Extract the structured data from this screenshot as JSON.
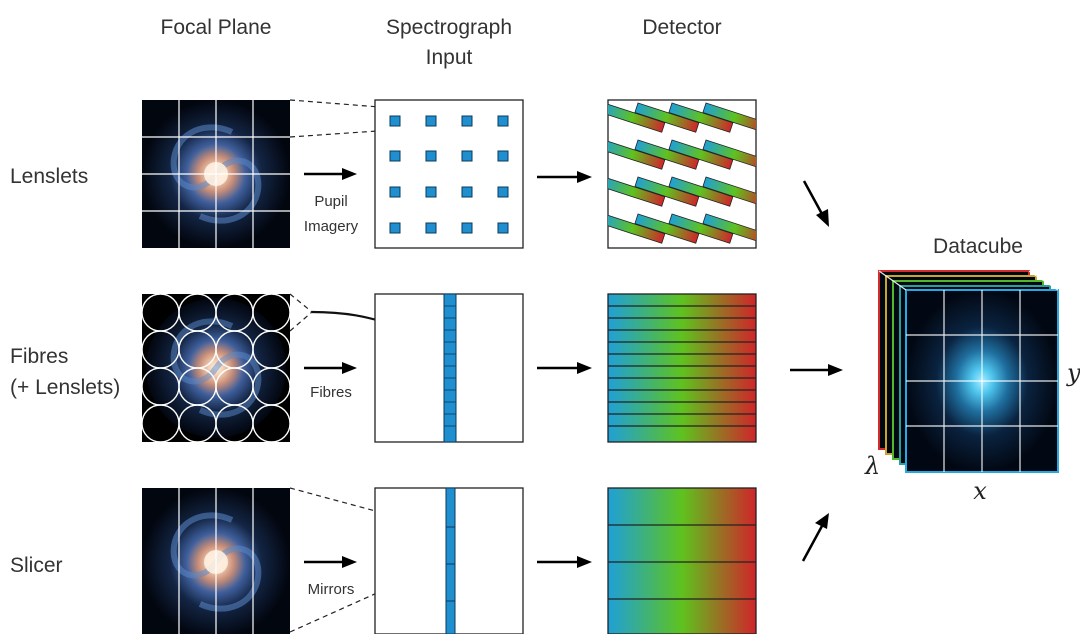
{
  "headers": {
    "focal_plane": "Focal Plane",
    "spectrograph_line1": "Spectrograph",
    "spectrograph_line2": "Input",
    "detector": "Detector",
    "datacube": "Datacube"
  },
  "rows": {
    "lenslets": {
      "label": "Lenslets",
      "arrow_line1": "Pupil",
      "arrow_line2": "Imagery"
    },
    "fibres": {
      "label_line1": "Fibres",
      "label_line2": "(+ Lenslets)",
      "arrow_label": "Fibres"
    },
    "slicer": {
      "label": "Slicer",
      "arrow_label": "Mirrors"
    }
  },
  "axes": {
    "x": "x",
    "y": "y",
    "lambda": "λ"
  },
  "colors": {
    "spot_blue": "#1f8fd0",
    "spectrum_start": "#1fa0d8",
    "spectrum_mid": "#5fc21e",
    "spectrum_end": "#d0242a",
    "galaxy_core": "#f3d2b8",
    "galaxy_arms": "#5b89c9",
    "sky": "#02060f"
  }
}
